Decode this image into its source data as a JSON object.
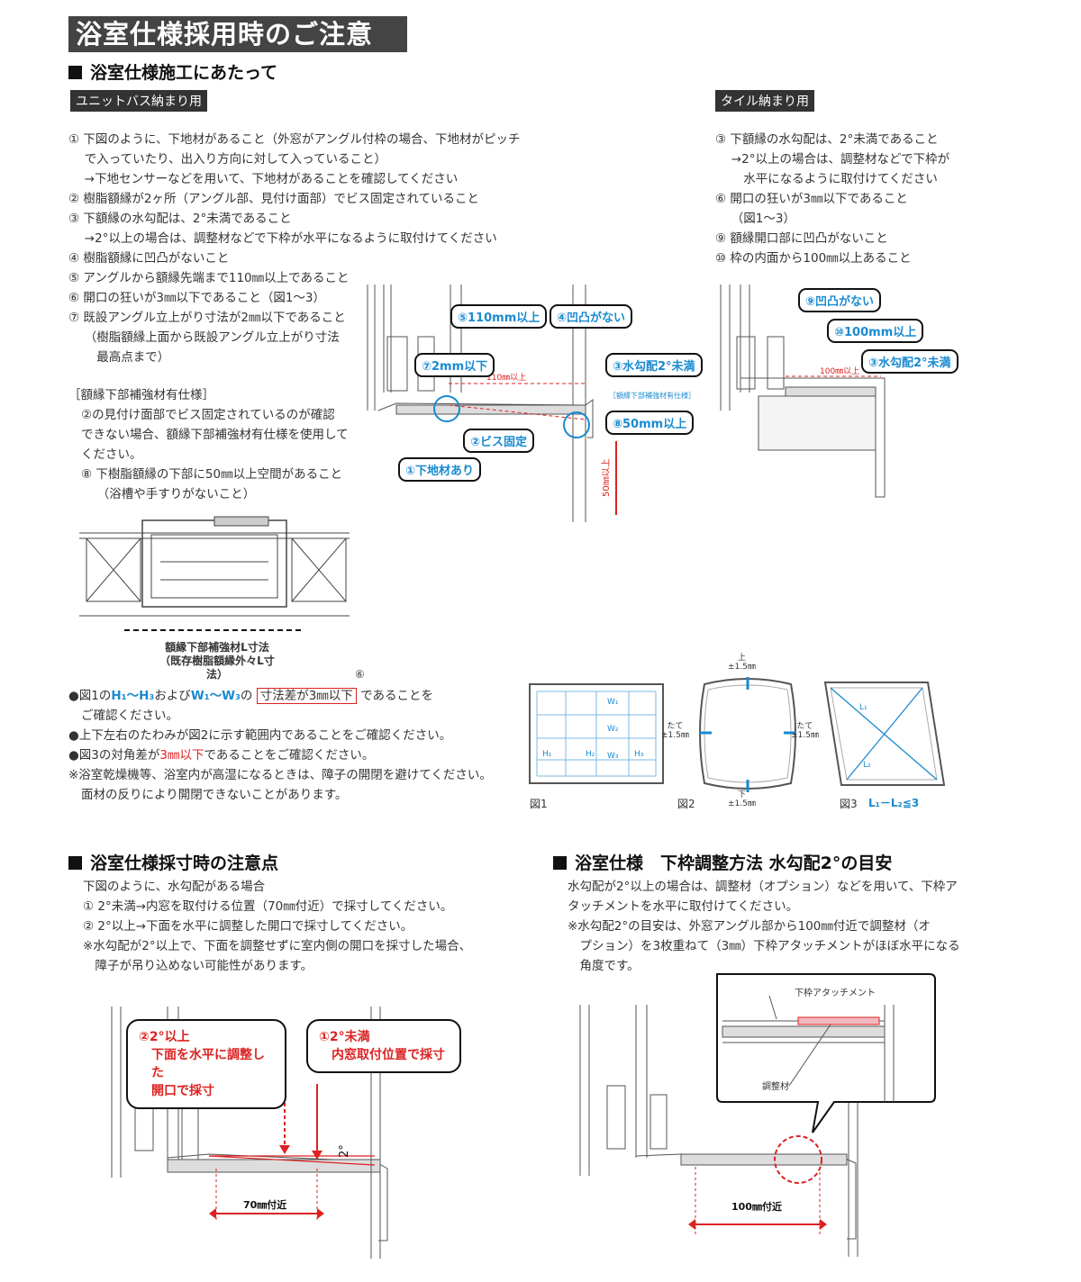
{
  "title": "浴室仕様採用時のご注意",
  "section1": {
    "heading": "浴室仕様施工にあたって",
    "unitbath": {
      "tag": "ユニットバス納まり用",
      "items": [
        "① 下図のように、下地材があること（外窓がアングル付枠の場合、下地材がピッチ",
        "　 で入っていたり、出入り方向に対して入っていること）",
        "　 →下地センサーなどを用いて、下地材があることを確認してください",
        "② 樹脂額縁が2ヶ所（アングル部、見付け面部）でビス固定されていること",
        "③ 下額縁の水勾配は、2°未満であること",
        "　 →2°以上の場合は、調整材などで下枠が水平になるように取付けてください",
        "④ 樹脂額縁に凹凸がないこと",
        "⑤ アングルから額縁先端まで110㎜以上であること",
        "⑥ 開口の狂いが3㎜以下であること（図1～3）",
        "⑦ 既設アングル立上がり寸法が2㎜以下であること",
        "　 （樹脂額縁上面から既設アングル立上がり寸法",
        "　　 最高点まで）"
      ],
      "reinforce_heading": "［額縁下部補強材有仕様］",
      "reinforce_items": [
        "②の見付け面部でビス固定されているのが確認",
        "できない場合、額縁下部補強材有仕様を使用して",
        "ください。",
        "⑧ 下樹脂額縁の下部に50㎜以上空間があること",
        "　 （浴槽や手すりがないこと）"
      ],
      "callouts": {
        "c5": "⑤110mm以上",
        "c4": "④凹凸がない",
        "c7": "⑦2mm以下",
        "c3": "③水勾配2°未満",
        "c8": "⑧50mm以上",
        "c2": "②ビス固定",
        "c1": "①下地材あり"
      },
      "dim_110": "110㎜以上",
      "dim_50": "50㎜以上",
      "reinforce_label": "［額縁下部補強材有仕様］",
      "plan_caption_1": "額縁下部補強材L寸法",
      "plan_caption_2": "（既存樹脂額縁外々L寸法）"
    },
    "tile": {
      "tag": "タイル納まり用",
      "items": [
        "③ 下額縁の水勾配は、2°未満であること",
        "　 →2°以上の場合は、調整材などで下枠が",
        "　　 水平になるように取付けてください",
        "⑥ 開口の狂いが3㎜以下であること",
        "　 （図1～3）",
        "⑨ 額縁開口部に凹凸がないこと",
        "⑩ 枠の内面から100㎜以上あること"
      ],
      "callouts": {
        "c9": "⑨凹凸がない",
        "c10": "⑩100mm以上",
        "c3": "③水勾配2°未満"
      },
      "dim_100": "100㎜以上"
    },
    "notes": {
      "circle6": "⑥",
      "line1_a": "●図1の",
      "line1_h": "H₁～H₃",
      "line1_b": "および",
      "line1_w": "W₁～W₃",
      "line1_c": "の",
      "line1_box": "寸法差が3㎜以下",
      "line1_d": "であることを",
      "line2": "ご確認ください。",
      "line3": "●上下左右のたわみが図2に示す範囲内であることをご確認ください。",
      "line4_a": "●図3の対角差が",
      "line4_red": "3㎜以下",
      "line4_b": "であることをご確認ください。",
      "line5": "※浴室乾燥機等、浴室内が高湿になるときは、障子の開閉を避けてください。",
      "line6": "面材の反りにより開閉できないことがあります。"
    },
    "figures": {
      "fig1": "図1",
      "fig2": "図2",
      "fig3": "図3",
      "fig3_formula": "L₁－L₂≦3",
      "w1": "W₁",
      "w2": "W₂",
      "w3": "W₃",
      "h1": "H₁",
      "h2": "H₂",
      "h3": "H₃",
      "l1": "L₁",
      "l2": "L₂",
      "top": "上\n±1.5㎜",
      "bottom": "下\n±1.5㎜",
      "left": "たて\n±1.5㎜",
      "right": "たて\n±1.5㎜"
    }
  },
  "section2": {
    "heading": "浴室仕様採寸時の注意点",
    "items": [
      "下図のように、水勾配がある場合",
      "① 2°未満→内窓を取付ける位置（70㎜付近）で採寸してください。",
      "② 2°以上→下面を水平に調整した開口で採寸してください。",
      "※水勾配が2°以上で、下面を調整せずに室内側の開口を採寸した場合、",
      "　障子が吊り込めない可能性があります。"
    ],
    "callout_a_1": "②2°以上",
    "callout_a_2": "下面を水平に調整した",
    "callout_a_3": "開口で採寸",
    "callout_b_1": "①2°未満",
    "callout_b_2": "内窓取付位置で採寸",
    "angle": "2°",
    "dim": "70㎜付近"
  },
  "section3": {
    "heading": "浴室仕様　下枠調整方法 水勾配2°の目安",
    "items": [
      "水勾配が2°以上の場合は、調整材（オプション）などを用いて、下枠ア",
      "タッチメントを水平に取付けてください。",
      "※水勾配2°の目安は、外窓アングル部から100㎜付近で調整材（オ",
      "　プション）を3枚重ねて（3㎜）下枠アタッチメントがほぼ水平になる",
      "　角度です。"
    ],
    "label_attach": "下枠アタッチメント",
    "label_adjust": "調整材",
    "dim": "100㎜付近"
  }
}
